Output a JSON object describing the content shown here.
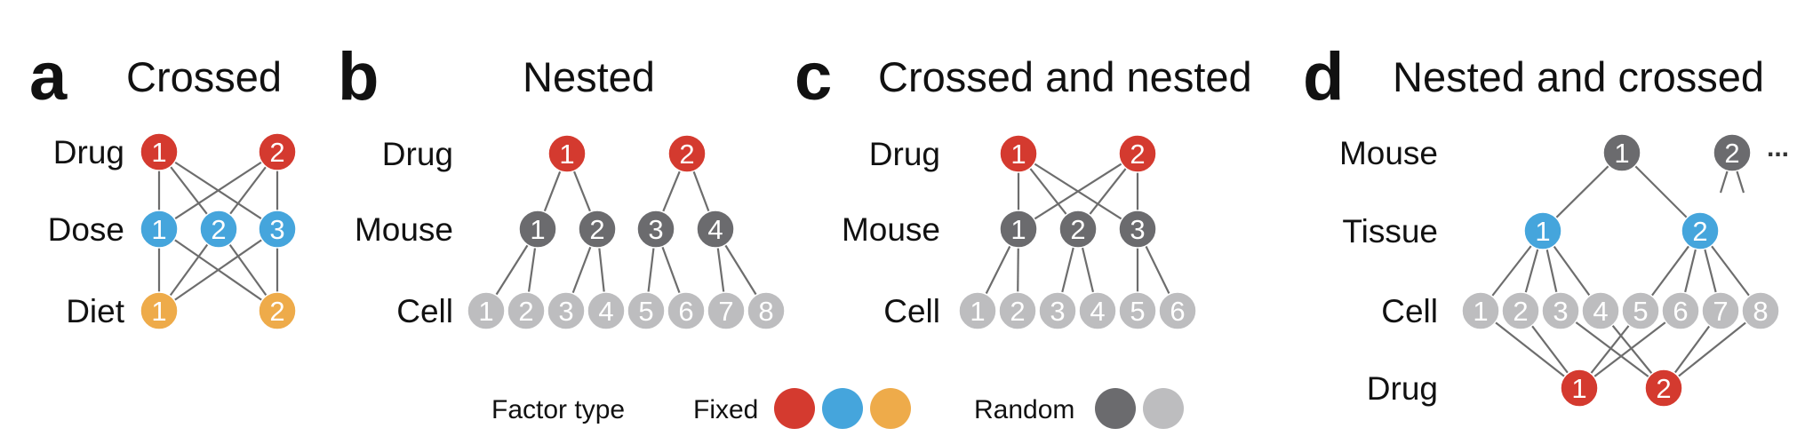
{
  "colors": {
    "fixed_red": "#d43a2f",
    "fixed_blue": "#45a5dc",
    "fixed_orange": "#eeab4a",
    "random_dark": "#6b6b6e",
    "random_light": "#bdbdbf"
  },
  "legend": {
    "title": "Factor type",
    "fixed_label": "Fixed",
    "fixed_colors": [
      "fixed_red",
      "fixed_blue",
      "fixed_orange"
    ],
    "random_label": "Random",
    "random_colors": [
      "random_dark",
      "random_light"
    ]
  },
  "panels": [
    {
      "id": "a",
      "letter": "a",
      "title": "Crossed",
      "rows": [
        {
          "label": "Drug",
          "color": "fixed_red",
          "nodes": [
            "1",
            "2"
          ]
        },
        {
          "label": "Dose",
          "color": "fixed_blue",
          "nodes": [
            "1",
            "2",
            "3"
          ]
        },
        {
          "label": "Diet",
          "color": "fixed_orange",
          "nodes": [
            "1",
            "2"
          ]
        }
      ],
      "edges": [
        [
          "0.0",
          "1.0"
        ],
        [
          "0.0",
          "1.1"
        ],
        [
          "0.0",
          "1.2"
        ],
        [
          "0.1",
          "1.0"
        ],
        [
          "0.1",
          "1.1"
        ],
        [
          "0.1",
          "1.2"
        ],
        [
          "1.0",
          "2.0"
        ],
        [
          "1.0",
          "2.1"
        ],
        [
          "1.1",
          "2.0"
        ],
        [
          "1.1",
          "2.1"
        ],
        [
          "1.2",
          "2.0"
        ],
        [
          "1.2",
          "2.1"
        ]
      ]
    },
    {
      "id": "b",
      "letter": "b",
      "title": "Nested",
      "rows": [
        {
          "label": "Drug",
          "color": "fixed_red",
          "nodes": [
            "1",
            "2"
          ]
        },
        {
          "label": "Mouse",
          "color": "random_dark",
          "nodes": [
            "1",
            "2",
            "3",
            "4"
          ]
        },
        {
          "label": "Cell",
          "color": "random_light",
          "nodes": [
            "1",
            "2",
            "3",
            "4",
            "5",
            "6",
            "7",
            "8"
          ]
        }
      ],
      "edges": [
        [
          "0.0",
          "1.0"
        ],
        [
          "0.0",
          "1.1"
        ],
        [
          "0.1",
          "1.2"
        ],
        [
          "0.1",
          "1.3"
        ],
        [
          "1.0",
          "2.0"
        ],
        [
          "1.0",
          "2.1"
        ],
        [
          "1.1",
          "2.2"
        ],
        [
          "1.1",
          "2.3"
        ],
        [
          "1.2",
          "2.4"
        ],
        [
          "1.2",
          "2.5"
        ],
        [
          "1.3",
          "2.6"
        ],
        [
          "1.3",
          "2.7"
        ]
      ]
    },
    {
      "id": "c",
      "letter": "c",
      "title": "Crossed and nested",
      "rows": [
        {
          "label": "Drug",
          "color": "fixed_red",
          "nodes": [
            "1",
            "2"
          ]
        },
        {
          "label": "Mouse",
          "color": "random_dark",
          "nodes": [
            "1",
            "2",
            "3"
          ]
        },
        {
          "label": "Cell",
          "color": "random_light",
          "nodes": [
            "1",
            "2",
            "3",
            "4",
            "5",
            "6"
          ]
        }
      ],
      "edges": [
        [
          "0.0",
          "1.0"
        ],
        [
          "0.0",
          "1.1"
        ],
        [
          "0.0",
          "1.2"
        ],
        [
          "0.1",
          "1.0"
        ],
        [
          "0.1",
          "1.1"
        ],
        [
          "0.1",
          "1.2"
        ],
        [
          "1.0",
          "2.0"
        ],
        [
          "1.0",
          "2.1"
        ],
        [
          "1.1",
          "2.2"
        ],
        [
          "1.1",
          "2.3"
        ],
        [
          "1.2",
          "2.4"
        ],
        [
          "1.2",
          "2.5"
        ]
      ]
    },
    {
      "id": "d",
      "letter": "d",
      "title": "Nested and crossed",
      "rows": [
        {
          "label": "Mouse",
          "color": "random_dark",
          "nodes": [
            "1",
            "2"
          ],
          "continuation": "..."
        },
        {
          "label": "Tissue",
          "color": "fixed_blue",
          "nodes": [
            "1",
            "2"
          ]
        },
        {
          "label": "Cell",
          "color": "random_light",
          "nodes": [
            "1",
            "2",
            "3",
            "4",
            "5",
            "6",
            "7",
            "8"
          ]
        },
        {
          "label": "Drug",
          "color": "fixed_red",
          "nodes": [
            "1",
            "2"
          ]
        }
      ],
      "edges": [
        [
          "0.0",
          "1.0"
        ],
        [
          "0.0",
          "1.1"
        ],
        [
          "1.0",
          "2.0"
        ],
        [
          "1.0",
          "2.1"
        ],
        [
          "1.0",
          "2.2"
        ],
        [
          "1.0",
          "2.3"
        ],
        [
          "1.1",
          "2.4"
        ],
        [
          "1.1",
          "2.5"
        ],
        [
          "1.1",
          "2.6"
        ],
        [
          "1.1",
          "2.7"
        ],
        [
          "2.0",
          "3.0"
        ],
        [
          "2.1",
          "3.0"
        ],
        [
          "2.4",
          "3.0"
        ],
        [
          "2.5",
          "3.0"
        ],
        [
          "2.2",
          "3.1"
        ],
        [
          "2.3",
          "3.1"
        ],
        [
          "2.6",
          "3.1"
        ],
        [
          "2.7",
          "3.1"
        ]
      ],
      "partial_edges_from": "0.1"
    }
  ]
}
